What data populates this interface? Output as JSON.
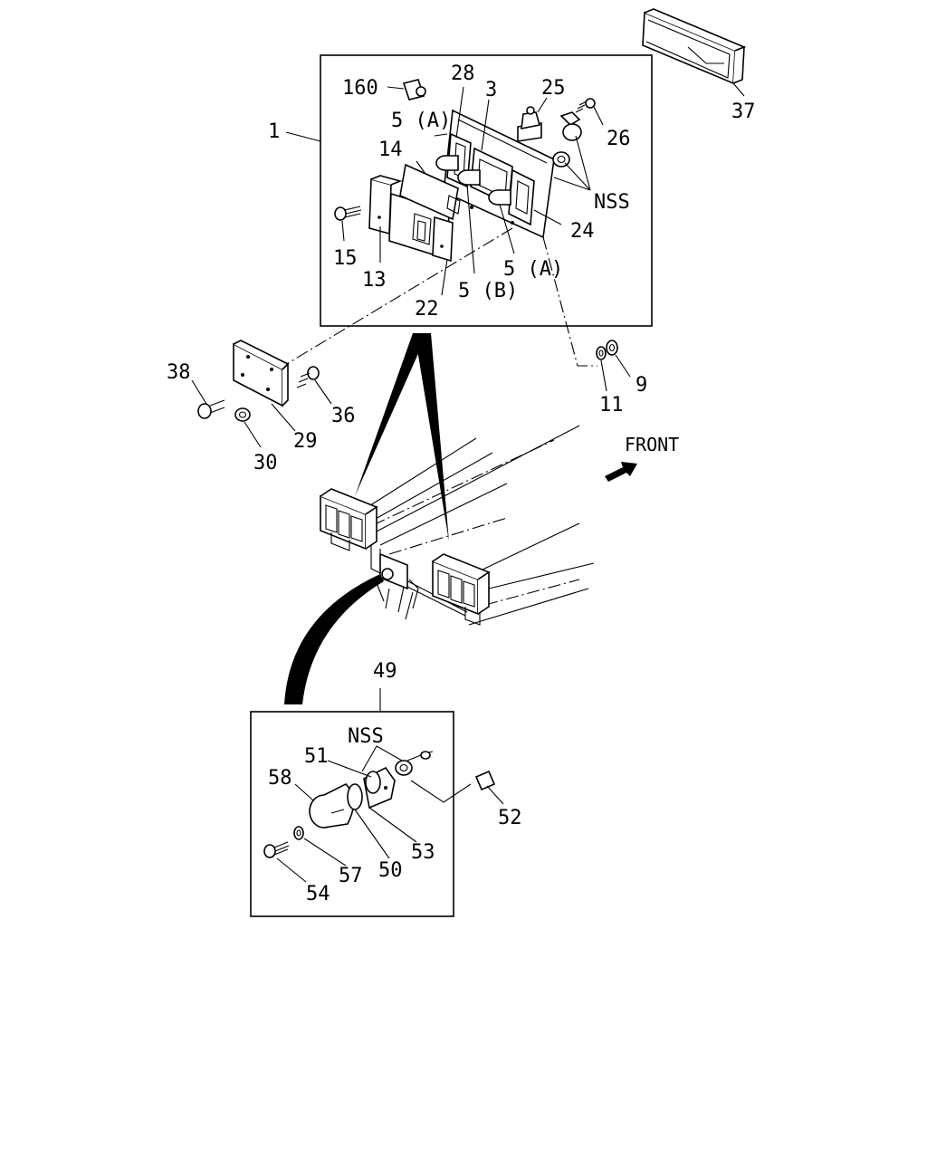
{
  "callouts": {
    "c1": "1",
    "c3": "3",
    "c5a_top": "5 (A)",
    "c5a_bottom": "5 (A)",
    "c5b": "5 (B)",
    "c9": "9",
    "c11": "11",
    "c13": "13",
    "c14": "14",
    "c15": "15",
    "c22": "22",
    "c24": "24",
    "c25": "25",
    "c26": "26",
    "c28": "28",
    "c29": "29",
    "c30": "30",
    "c36": "36",
    "c37": "37",
    "c38": "38",
    "c160": "160",
    "nss_top": "NSS",
    "nss_bottom": "NSS",
    "c49": "49",
    "c50": "50",
    "c51": "51",
    "c52": "52",
    "c53": "53",
    "c54": "54",
    "c57": "57",
    "c58": "58"
  },
  "direction": {
    "label": "FRONT"
  }
}
